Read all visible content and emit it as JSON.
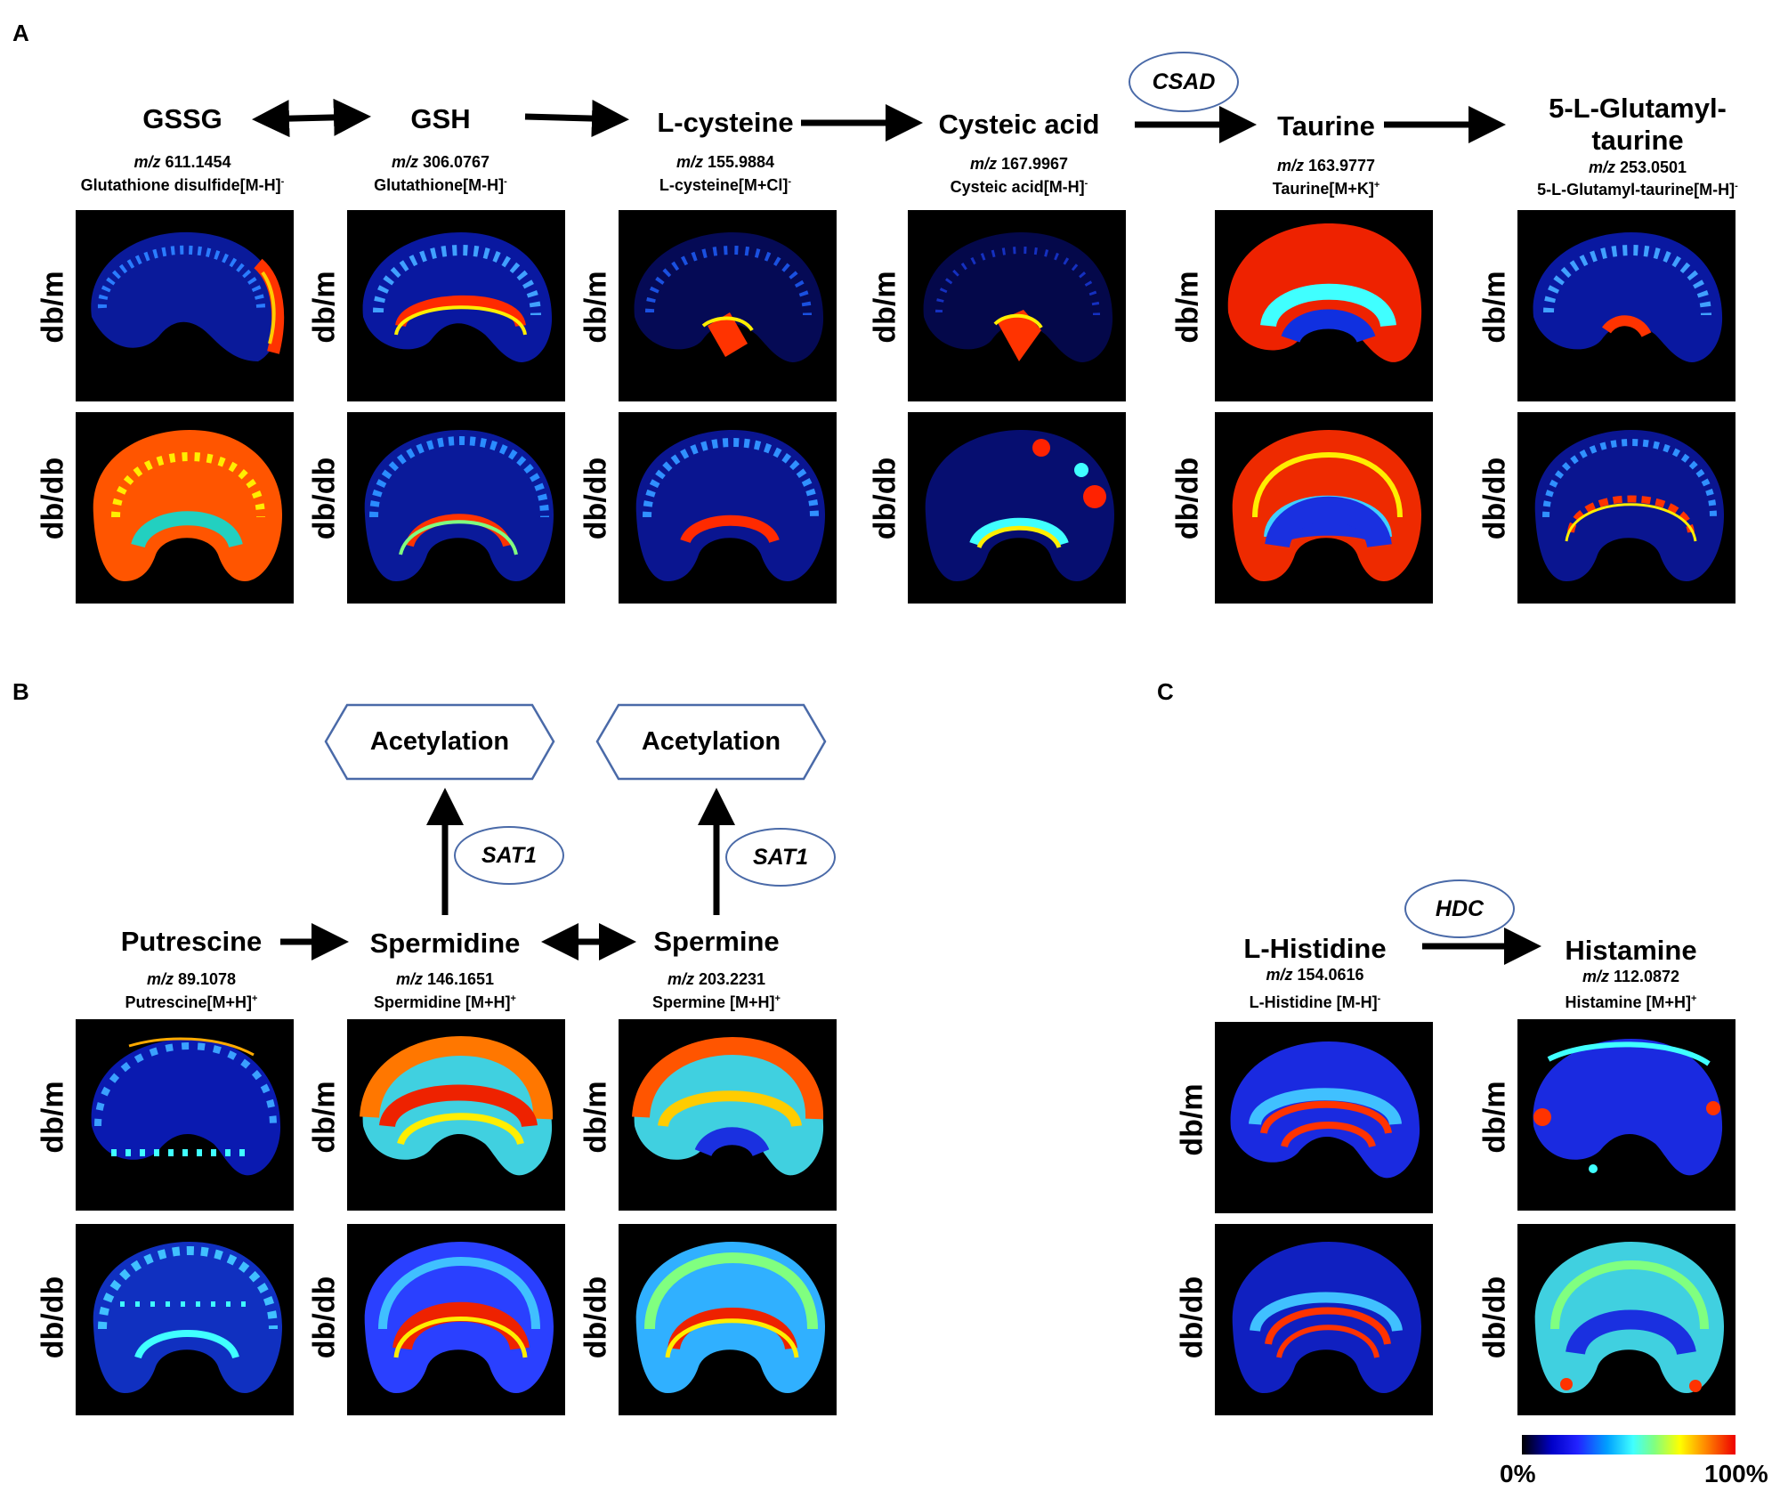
{
  "panels": {
    "a": {
      "letter": "A",
      "enzyme": "CSAD",
      "metabolites": [
        {
          "name": "GSSG",
          "mz_label": "m/z",
          "mz_value": "611.1454",
          "ion": "Glutathione disulfide[M-H]",
          "charge": "-"
        },
        {
          "name": "GSH",
          "mz_label": "m/z",
          "mz_value": "306.0767",
          "ion": "Glutathione[M-H]",
          "charge": "-"
        },
        {
          "name": "L-cysteine",
          "mz_label": "m/z",
          "mz_value": "155.9884",
          "ion": "L-cysteine[M+Cl]",
          "charge": "-"
        },
        {
          "name": "Cysteic acid",
          "mz_label": "m/z",
          "mz_value": "167.9967",
          "ion": "Cysteic acid[M-H]",
          "charge": "-"
        },
        {
          "name": "Taurine",
          "mz_label": "m/z",
          "mz_value": "163.9777",
          "ion": "Taurine[M+K]",
          "charge": "+"
        },
        {
          "name_line1": "5-L-Glutamyl-",
          "name_line2": "taurine",
          "mz_label": "m/z",
          "mz_value": "253.0501",
          "ion": "5-L-Glutamyl-taurine[M-H]",
          "charge": "-"
        }
      ]
    },
    "b": {
      "letter": "B",
      "process": "Acetylation",
      "enzyme": "SAT1",
      "metabolites": [
        {
          "name": "Putrescine",
          "mz_label": "m/z",
          "mz_value": "89.1078",
          "ion": "Putrescine[M+H]",
          "charge": "+"
        },
        {
          "name": "Spermidine",
          "mz_label": "m/z",
          "mz_value": "146.1651",
          "ion": "Spermidine [M+H]",
          "charge": "+"
        },
        {
          "name": "Spermine",
          "mz_label": "m/z",
          "mz_value": "203.2231",
          "ion": "Spermine [M+H]",
          "charge": "+"
        }
      ]
    },
    "c": {
      "letter": "C",
      "enzyme": "HDC",
      "metabolites": [
        {
          "name": "L-Histidine",
          "mz_label": "m/z",
          "mz_value": "154.0616",
          "ion": "L-Histidine [M-H]",
          "charge": "-"
        },
        {
          "name": "Histamine",
          "mz_label": "m/z",
          "mz_value": "112.0872",
          "ion": "Histamine [M+H]",
          "charge": "+"
        }
      ]
    }
  },
  "conditions": {
    "top": "db/m",
    "bottom": "db/db"
  },
  "colorbar": {
    "min_label": "0%",
    "max_label": "100%"
  },
  "colors": {
    "enzyme_border": "#4a6aa8",
    "arrow": "#000000",
    "image_bg": "#000000"
  }
}
